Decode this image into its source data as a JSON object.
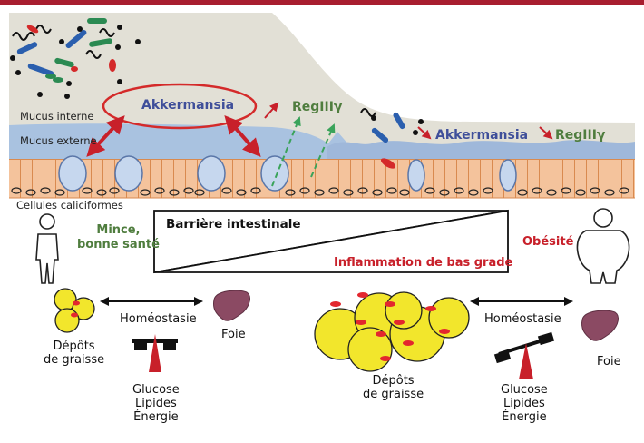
{
  "colors": {
    "top_border": "#a81e2f",
    "mucus_inner": "#e2e0d6",
    "mucus_outer": "#a9c2e0",
    "cells": "#f4c39c",
    "cell_border": "#d98a4f",
    "goblet": "#c6d7ee",
    "fat": "#f2e62c",
    "liver": "#8b4a63",
    "accent_red": "#c8202a",
    "accent_green": "#4f7d3e",
    "accent_blue": "#3f4f9a"
  },
  "labels": {
    "mucus_internal": "Mucus interne",
    "mucus_external": "Mucus externe",
    "goblet_cells": "Cellules caliciformes",
    "akkermansia_left": "Akkermansia",
    "regiiiy_left": "RegIIIγ",
    "akkermansia_right": "Akkermansia",
    "regiiiy_right": "RegIIIγ",
    "thin_healthy": "Mince,\nbonne santé",
    "obesity": "Obésité",
    "barrier": "Barrière intestinale",
    "inflammation": "Inflammation de bas grade"
  },
  "left_panel": {
    "fat_label": "Dépôts\nde graisse",
    "homeostasis": "Homéostasie",
    "liver": "Foie",
    "metabolites": "Glucose\nLipides\nÉnergie"
  },
  "right_panel": {
    "fat_label": "Dépôts\nde graisse",
    "homeostasis": "Homéostasie",
    "liver": "Foie",
    "metabolites": "Glucose\nLipides\nÉnergie"
  },
  "icons": {
    "person_thin": "thin-person-icon",
    "person_obese": "obese-person-icon",
    "scale_balanced": "balanced-scale-icon",
    "scale_tilted": "tilted-scale-icon",
    "liver": "liver-icon",
    "bacteria": "bacteria-icon"
  }
}
